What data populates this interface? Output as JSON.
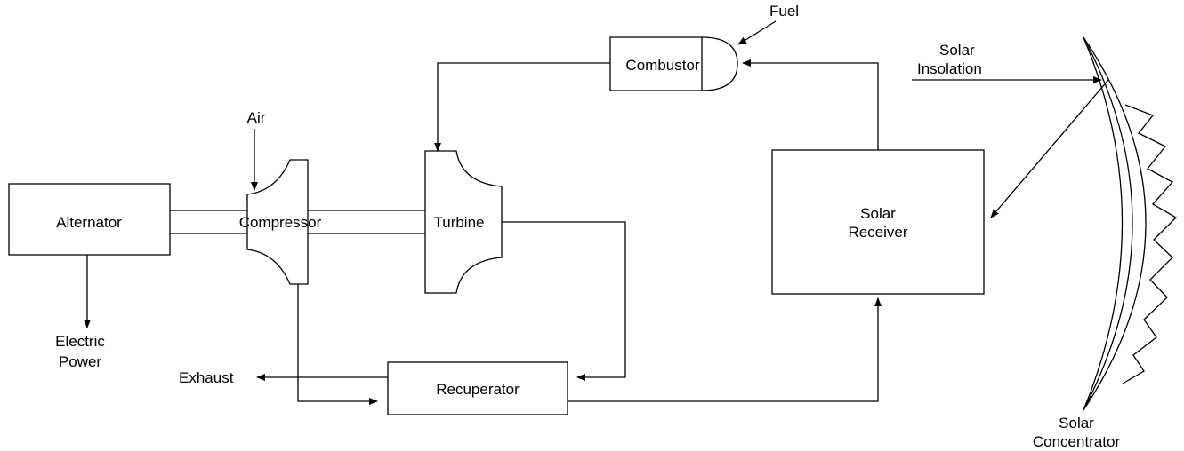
{
  "labels": {
    "fuel": "Fuel",
    "combustor": "Combustor",
    "solar_insolation_1": "Solar",
    "solar_insolation_2": "Insolation",
    "air": "Air",
    "alternator": "Alternator",
    "compressor": "Compressor",
    "turbine": "Turbine",
    "solar_receiver_1": "Solar",
    "solar_receiver_2": "Receiver",
    "electric_power_1": "Electric",
    "electric_power_2": "Power",
    "exhaust": "Exhaust",
    "recuperator": "Recuperator",
    "solar_concentrator_1": "Solar",
    "solar_concentrator_2": "Concentrator"
  },
  "colors": {
    "stroke": "#000000",
    "background": "#ffffff"
  }
}
